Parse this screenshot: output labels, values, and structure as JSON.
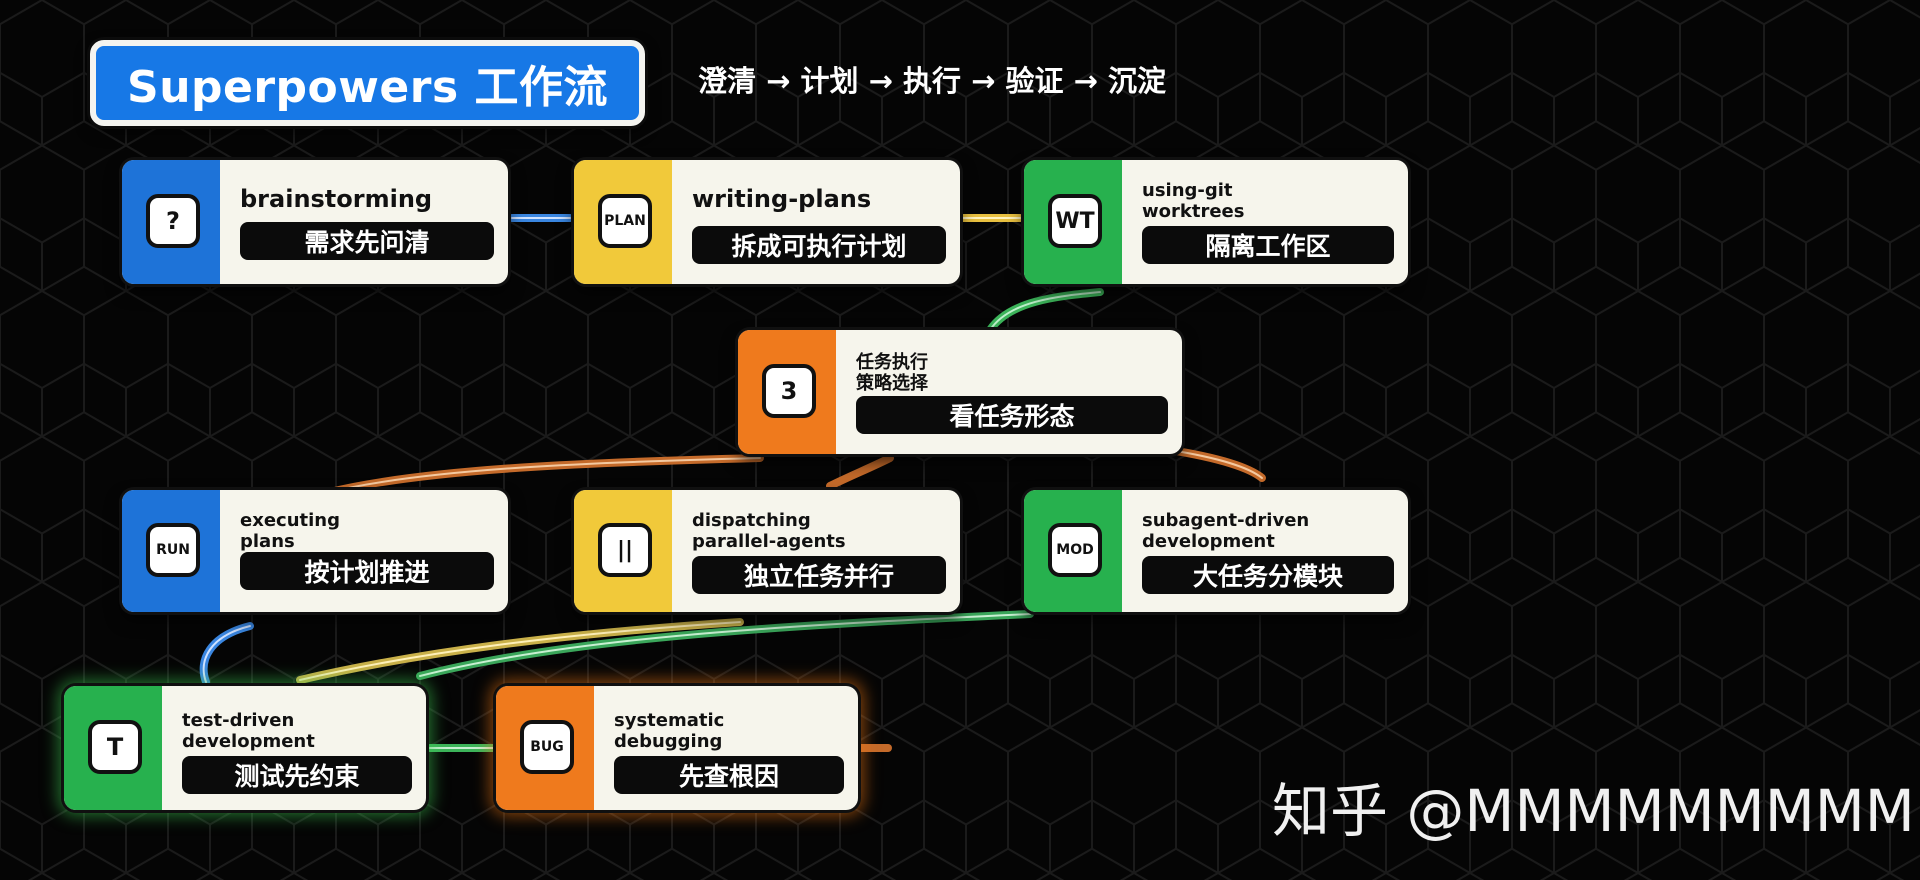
{
  "header": {
    "title": "Superpowers 工作流",
    "steps": "澄清 → 计划 → 执行 → 验证 → 沉淀"
  },
  "nodes": [
    {
      "id": "brainstorming",
      "badge": "?",
      "title_lines": [
        "brainstorming"
      ],
      "label": "需求先问清",
      "color": "#1e73d8"
    },
    {
      "id": "writing-plans",
      "badge": "PLAN",
      "title_lines": [
        "writing-plans"
      ],
      "label": "拆成可执行计划",
      "color": "#f1c93a"
    },
    {
      "id": "using-git-worktrees",
      "badge": "WT",
      "title_lines": [
        "using-git",
        "worktrees"
      ],
      "label": "隔离工作区",
      "color": "#27b14e"
    },
    {
      "id": "strategy",
      "badge": "3",
      "title_lines": [
        "任务执行",
        "策略选择"
      ],
      "label": "看任务形态",
      "color": "#ef7a1d"
    },
    {
      "id": "executing-plans",
      "badge": "RUN",
      "title_lines": [
        "executing",
        "plans"
      ],
      "label": "按计划推进",
      "color": "#1e73d8"
    },
    {
      "id": "dispatching-parallel-agents",
      "badge": "||",
      "title_lines": [
        "dispatching",
        "parallel-agents"
      ],
      "label": "独立任务并行",
      "color": "#f1c93a"
    },
    {
      "id": "subagent-driven-development",
      "badge": "MOD",
      "title_lines": [
        "subagent-driven",
        "development"
      ],
      "label": "大任务分模块",
      "color": "#27b14e"
    },
    {
      "id": "test-driven-development",
      "badge": "T",
      "title_lines": [
        "test-driven",
        "development"
      ],
      "label": "测试先约束",
      "color": "#27b14e"
    },
    {
      "id": "systematic-debugging",
      "badge": "BUG",
      "title_lines": [
        "systematic",
        "debugging"
      ],
      "label": "先查根因",
      "color": "#ef7a1d"
    }
  ],
  "watermark": "知乎 @MMMMMMMMMM"
}
